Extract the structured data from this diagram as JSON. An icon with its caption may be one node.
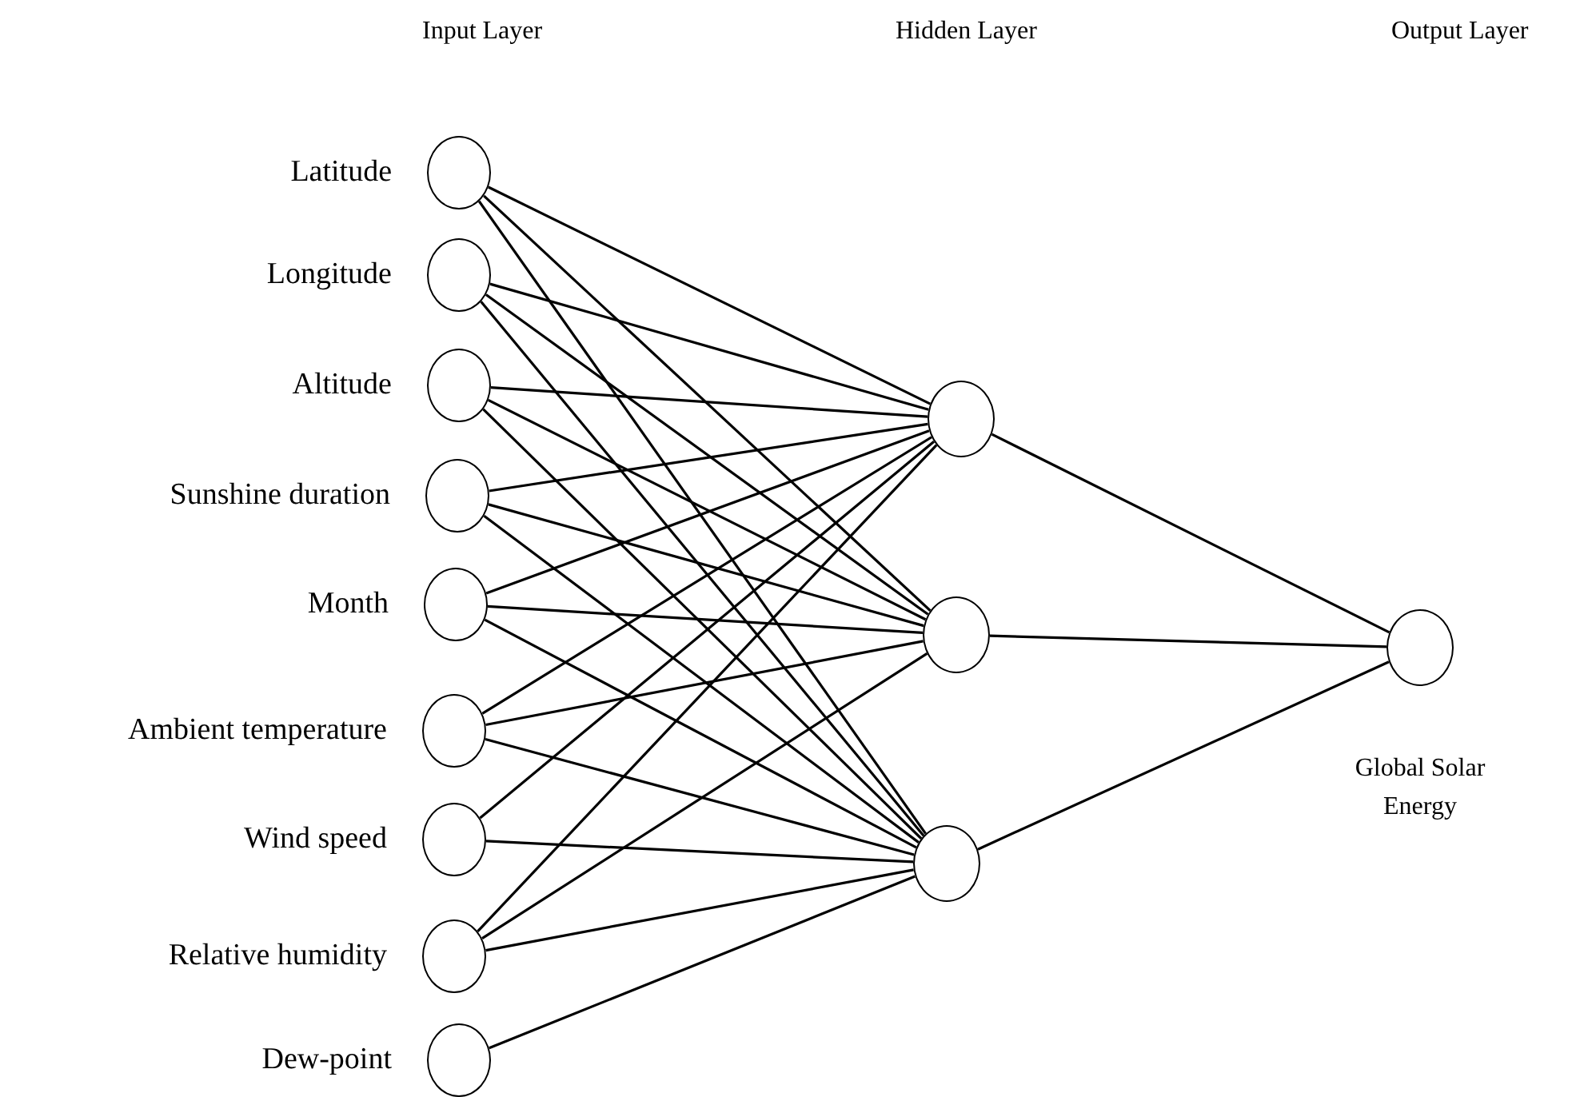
{
  "diagram": {
    "nodes": [
      {
        "text": [
          "Latitude"
        ]
      },
      {
        "text": [
          "Longitude"
        ]
      },
      {
        "text": [
          "Altitude"
        ]
      },
      {
        "text": [
          "Sunshine duration"
        ]
      },
      {
        "text": [
          "Month"
        ]
      },
      {
        "text": [
          "Ambient temperature"
        ]
      },
      {
        "text": [
          "Wind speed"
        ]
      },
      {
        "text": [
          "Relative humidity"
        ]
      },
      {
        "text": [
          "Dew-point"
        ]
      },
      {
        "text": [],
        "shape": "circle"
      },
      {
        "text": [],
        "shape": "circle"
      },
      {
        "text": [],
        "shape": "circle"
      },
      {
        "text": [
          "Global Solar Energy"
        ]
      }
    ],
    "edges": [
      {
        "from": 0,
        "to": 9,
        "arrow": "none"
      },
      {
        "from": 0,
        "to": 10,
        "arrow": "none"
      },
      {
        "from": 0,
        "to": 11,
        "arrow": "none"
      },
      {
        "from": 1,
        "to": 9,
        "arrow": "none"
      },
      {
        "from": 1,
        "to": 10,
        "arrow": "none"
      },
      {
        "from": 1,
        "to": 11,
        "arrow": "none"
      },
      {
        "from": 2,
        "to": 9,
        "arrow": "none"
      },
      {
        "from": 2,
        "to": 10,
        "arrow": "none"
      },
      {
        "from": 2,
        "to": 11,
        "arrow": "none"
      },
      {
        "from": 3,
        "to": 9,
        "arrow": "none"
      },
      {
        "from": 3,
        "to": 10,
        "arrow": "none"
      },
      {
        "from": 3,
        "to": 11,
        "arrow": "none"
      },
      {
        "from": 4,
        "to": 9,
        "arrow": "none"
      },
      {
        "from": 4,
        "to": 10,
        "arrow": "none"
      },
      {
        "from": 4,
        "to": 11,
        "arrow": "none"
      },
      {
        "from": 5,
        "to": 9,
        "arrow": "none"
      },
      {
        "from": 5,
        "to": 10,
        "arrow": "none"
      },
      {
        "from": 5,
        "to": 11,
        "arrow": "none"
      },
      {
        "from": 6,
        "to": 9,
        "arrow": "none"
      },
      {
        "from": 6,
        "to": 11,
        "arrow": "none"
      },
      {
        "from": 7,
        "to": 9,
        "arrow": "none"
      },
      {
        "from": 7,
        "to": 10,
        "arrow": "none"
      },
      {
        "from": 7,
        "to": 11,
        "arrow": "none"
      },
      {
        "from": 8,
        "to": 11,
        "arrow": "none"
      },
      {
        "from": 9,
        "to": 12,
        "arrow": "none"
      },
      {
        "from": 10,
        "to": 12,
        "arrow": "none"
      },
      {
        "from": 11,
        "to": 12,
        "arrow": "none"
      }
    ],
    "labels": [
      "Input Layer",
      "Hidden Layer",
      "Output Layer"
    ]
  }
}
